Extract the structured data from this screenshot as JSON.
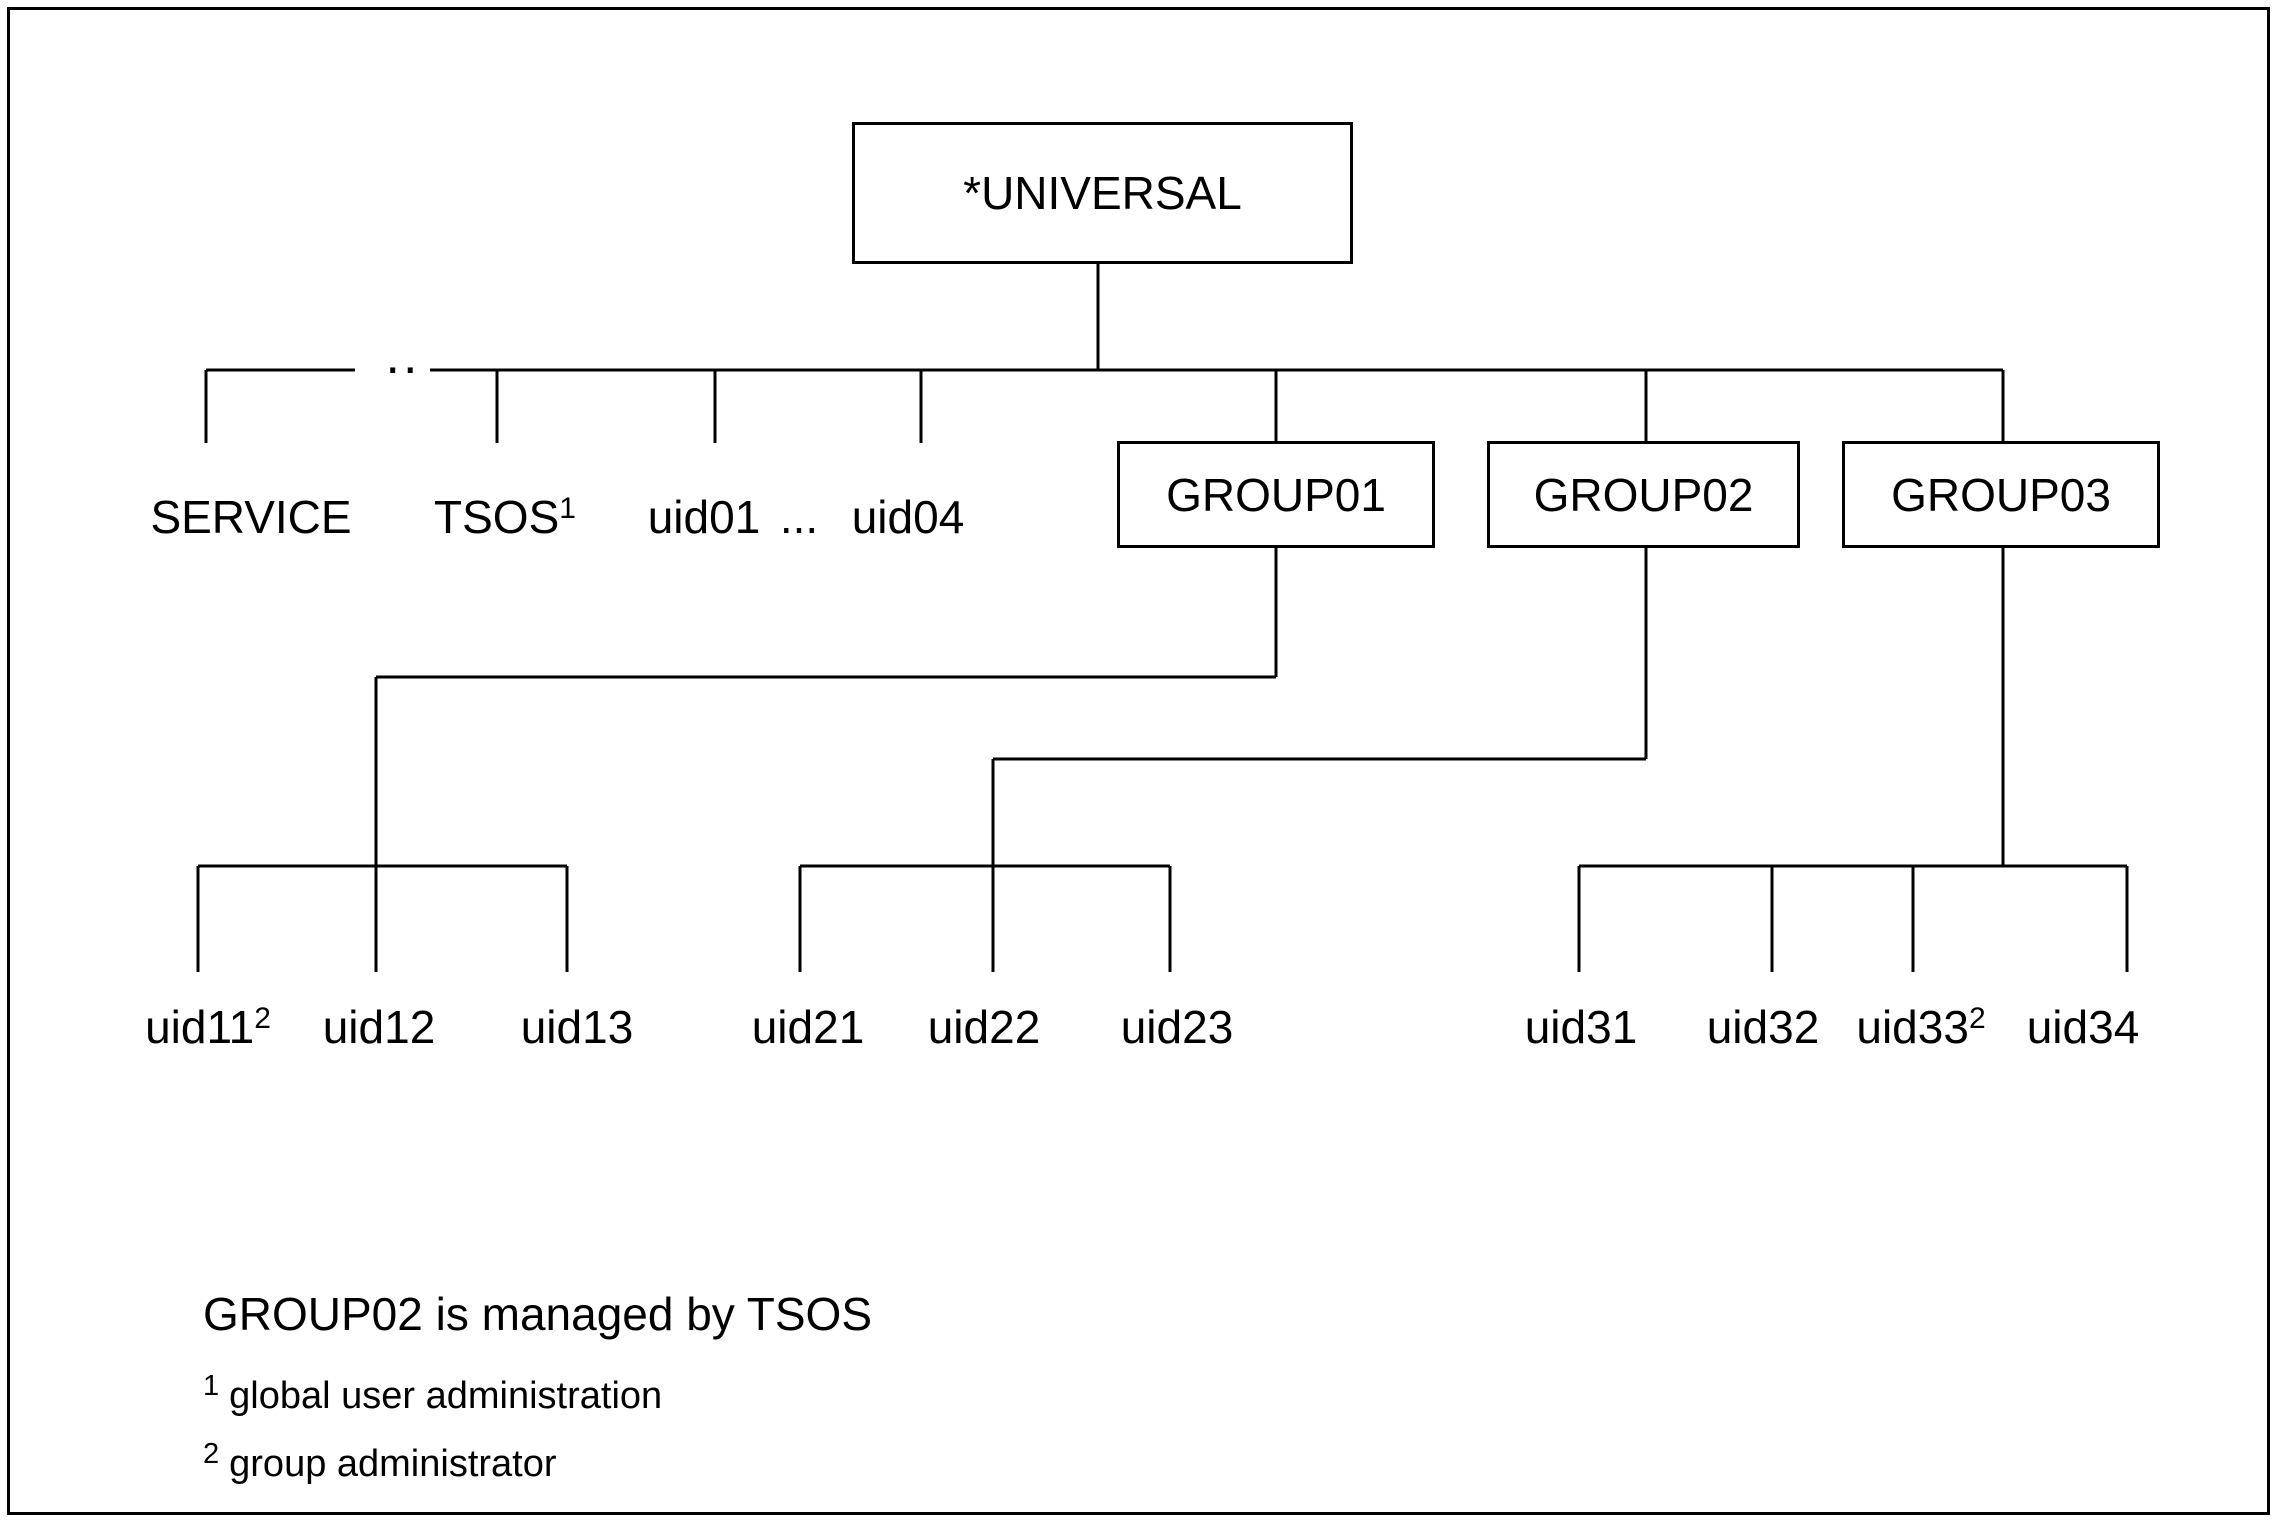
{
  "diagram": {
    "root": {
      "label": "*UNIVERSAL"
    },
    "rail_separator": "..",
    "level1": {
      "service": {
        "text": "SERVICE"
      },
      "tsos": {
        "text": "TSOS",
        "sup": "1"
      },
      "uid01": {
        "text": "uid01"
      },
      "ellipsis": {
        "text": "..."
      },
      "uid04": {
        "text": "uid04"
      }
    },
    "groups": [
      {
        "label": "GROUP01",
        "children": [
          {
            "text": "uid11",
            "sup": "2"
          },
          {
            "text": "uid12"
          },
          {
            "text": "uid13"
          }
        ]
      },
      {
        "label": "GROUP02",
        "children": [
          {
            "text": "uid21"
          },
          {
            "text": "uid22"
          },
          {
            "text": "uid23"
          }
        ]
      },
      {
        "label": "GROUP03",
        "children": [
          {
            "text": "uid31"
          },
          {
            "text": "uid32"
          },
          {
            "text": "uid33",
            "sup": "2"
          },
          {
            "text": "uid34"
          }
        ]
      }
    ],
    "notes": {
      "caption": "GROUP02 is managed by TSOS",
      "footnotes": [
        {
          "sup": "1",
          "text": "global user administration"
        },
        {
          "sup": "2",
          "text": "group administrator"
        }
      ]
    }
  }
}
